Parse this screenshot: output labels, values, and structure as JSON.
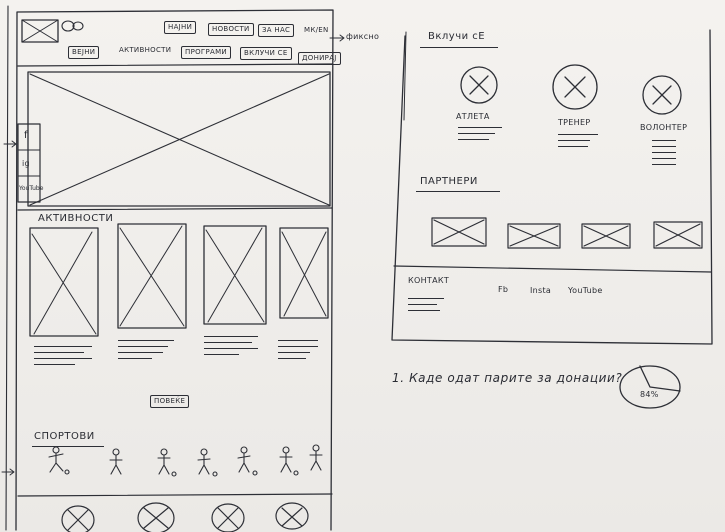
{
  "header": {
    "nav_row1": [
      "НАЈНИ",
      "НОВОСТИ",
      "ЗА НАС",
      "МК/EN"
    ],
    "nav_row2": [
      "ВЕЈНИ",
      "АКТИВНОСТИ",
      "ПРОГРАМИ",
      "ВКЛУЧИ СЕ",
      "ДОНИРАЈ"
    ],
    "annotation": "фиксно"
  },
  "social_sidebar": {
    "items": [
      "f",
      "ig",
      "YouTube"
    ]
  },
  "activities": {
    "title": "АКТИВНОСТИ",
    "more_button": "ПОВЕЌЕ"
  },
  "sports": {
    "title": "СПОРТОВИ"
  },
  "get_involved": {
    "title": "Вклучи сЕ",
    "roles": [
      "АТЛЕТА",
      "ТРЕНЕР",
      "ВОЛОНТЕР"
    ]
  },
  "partners": {
    "title": "ПАРТНЕРИ"
  },
  "contact": {
    "title": "КОНТАКТ",
    "links": [
      "Fb",
      "Insta",
      "YouTube"
    ]
  },
  "note": {
    "question": "1. Каде одат парите за донации?",
    "percent": "84%"
  },
  "colors": {
    "paper": "#f1efec",
    "ink": "#2d2f36"
  }
}
